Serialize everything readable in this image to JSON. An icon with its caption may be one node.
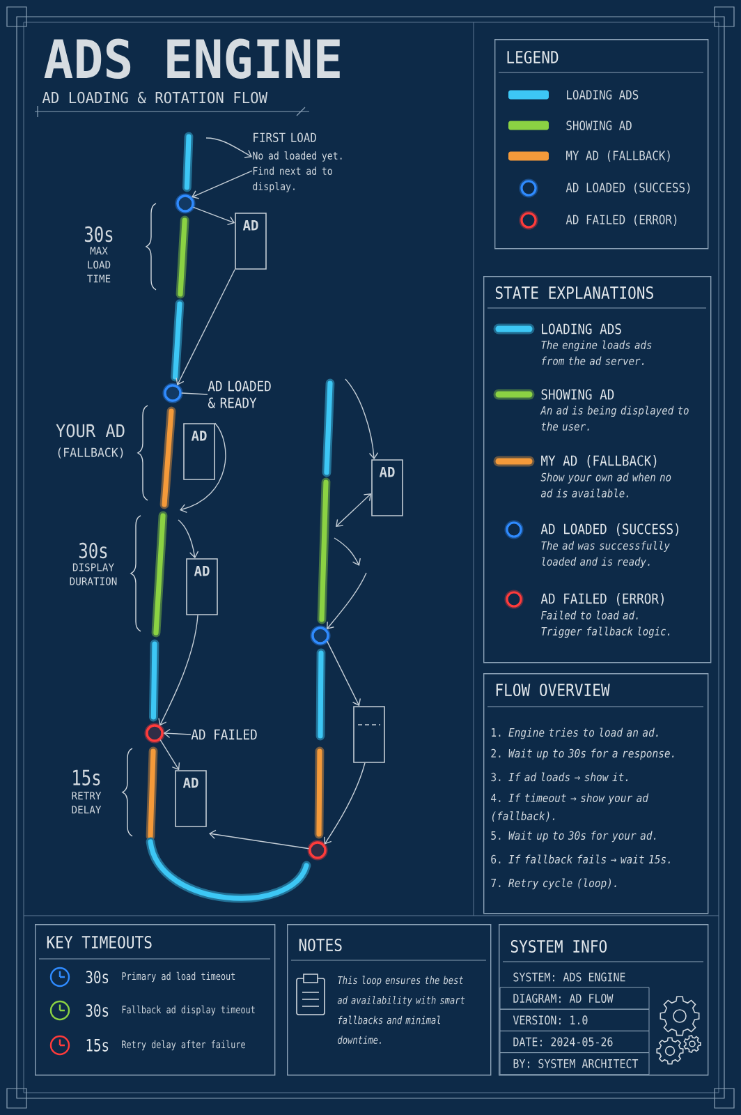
{
  "diagram": {
    "title": "ADS ENGINE",
    "nodes": [
      {
        "text": [
          "FIRST LOAD",
          "No ad loaded yet. Find next ad to display."
        ]
      },
      {
        "text": [],
        "shape": "circle"
      },
      {
        "text": [
          "AD"
        ]
      },
      {
        "text": [],
        "shape": "circle"
      },
      {
        "text": [
          "AD LOADED & READY"
        ]
      },
      {
        "text": [
          "AD"
        ]
      },
      {
        "text": [
          "AD"
        ]
      },
      {
        "text": [],
        "shape": "circle"
      },
      {
        "text": [
          "AD FAILED"
        ]
      },
      {
        "text": [
          "AD"
        ]
      },
      {
        "text": [
          "AD"
        ]
      },
      {
        "text": [],
        "shape": "circle"
      },
      {
        "text": [],
        "shape": "box"
      },
      {
        "text": [],
        "shape": "circle"
      },
      {
        "text": [
          "LEGEND"
        ]
      },
      {
        "text": [
          "STATE EXPLANATIONS",
          "LOADING ADS",
          "The engine loads ads from the ad server.",
          "SHOWING AD",
          "An ad is being displayed to the user.",
          "MY AD (FALLBACK)",
          "Show your own ad when no ad is available.",
          "AD LOADED (SUCCESS)",
          "The ad was successfully loaded and is ready.",
          "AD FAILED (ERROR)",
          "Failed to load ad. Trigger fallback logic."
        ]
      },
      {
        "text": [
          "FLOW OVERVIEW",
          "1. *Engine tries to load an ad.*",
          "2. *Wait up to 30s for a response.*",
          "3. *If ad loads → show it.*",
          "4. *If timeout → show your ad (fallback).*",
          "5. *Wait up to 30s for your ad.*",
          "6. *If fallback fails → wait 15s.*",
          "7. *Retry cycle (loop).*"
        ]
      },
      {
        "text": [
          "KEY TIMEOUTS",
          "30s",
          "Primary ad load timeout",
          "30s",
          "Fallback ad display timeout",
          "15s",
          "Retry delay after failure"
        ]
      },
      {
        "text": [
          "NOTES",
          "This loop ensures the best ad availability with smart fallbacks and minimal downtime."
        ]
      },
      {
        "text": [
          "SYSTEM INFO",
          "SYSTEM: ADS ENGINE",
          "DIAGRAM: AD FLOW",
          "VERSION: 1.0",
          "DATE: 2024-05-26",
          "BY: SYSTEM ARCHITECT"
        ]
      }
    ],
    "edges": [
      {
        "from": null,
        "to": 0,
        "arrow": "to"
      },
      {
        "from": 0,
        "to": 1,
        "arrow": "to"
      },
      {
        "from": 1,
        "to": 2,
        "arrow": "to"
      },
      {
        "from": 2,
        "to": 3,
        "arrow": "to"
      },
      {
        "from": 3,
        "to": 4,
        "arrow": "none"
      },
      {
        "from": 5,
        "to": null,
        "arrow": "to"
      },
      {
        "from": null,
        "to": 6,
        "arrow": "to"
      },
      {
        "from": 6,
        "to": 7,
        "arrow": "to"
      },
      {
        "from": 8,
        "to": 7,
        "arrow": "to"
      },
      {
        "from": 7,
        "to": 9,
        "arrow": "to"
      },
      {
        "from": 13,
        "to": null,
        "arrow": "to"
      },
      {
        "from": null,
        "to": 10,
        "arrow": "to"
      },
      {
        "from": 10,
        "to": null,
        "arrow": "both"
      },
      {
        "from": null,
        "to": 11,
        "arrow": "to"
      },
      {
        "from": 11,
        "to": 12,
        "arrow": "to"
      },
      {
        "from": 12,
        "to": 13,
        "arrow": "to"
      }
    ],
    "labels": [
      "AD LOADING & ROTATION FLOW",
      "30s",
      "MAX LOAD TIME",
      "YOUR AD",
      "(FALLBACK)",
      "30s",
      "DISPLAY DURATION",
      "15s",
      "RETRY DELAY"
    ],
    "legend": [
      {
        "text": "LOADING ADS",
        "color": "#3dc7f5"
      },
      {
        "text": "SHOWING AD",
        "color": "#8bd243"
      },
      {
        "text": "MY AD (FALLBACK)",
        "color": "#f49a3a"
      },
      {
        "text": "AD LOADED (SUCCESS)"
      },
      {
        "text": "AD FAILED (ERROR)"
      }
    ]
  }
}
